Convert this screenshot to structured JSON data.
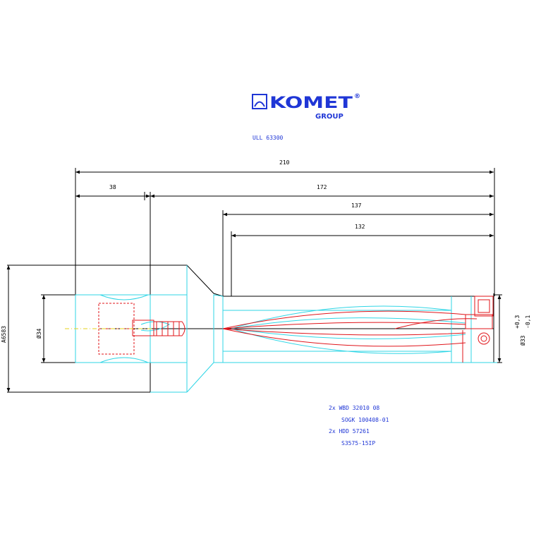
{
  "logo": {
    "brand": "KOMET",
    "registered": "®",
    "group": "GROUP",
    "icon": "komet-logo-icon"
  },
  "part_number": "ULL 63300",
  "dimensions": {
    "total_length": "210",
    "shank_length": "38",
    "body_length": "172",
    "length_137": "137",
    "length_132": "132",
    "flange_diameter": "A6583",
    "shank_diameter": "Ø34",
    "cutting_diameter": "Ø33",
    "tol_upper": "+0,3",
    "tol_lower": "-0,1"
  },
  "notes": [
    "2x WBD 32010 08",
    "SOGK 100408-01",
    "2x HDD 57261",
    "S3575-15IP"
  ],
  "colors": {
    "outline": "#000000",
    "body": "#2fd6e6",
    "hidden": "#e0141a",
    "centerline": "#e6d21a",
    "brand": "#1f36d6"
  }
}
